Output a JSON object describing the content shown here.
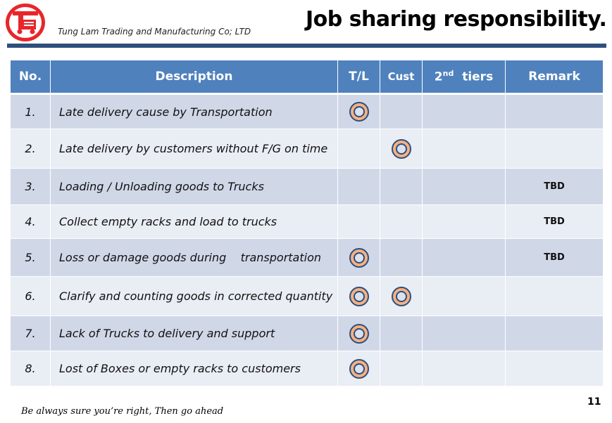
{
  "company_name": "Tung Lam Trading and Manufacturing Co; LTD",
  "title": "Job sharing responsibility.",
  "colors": {
    "header_bg": "#4f81bd",
    "row_odd": "#d0d8e8",
    "row_even": "#e9edf4",
    "rule": "#2e4f7d",
    "logo_red": "#e8262a",
    "mark_fill": "#f4b183"
  },
  "table": {
    "headers": {
      "no": "No.",
      "description": "Description",
      "tl": "T/L",
      "cust": "Cust",
      "tiers_num": "2",
      "tiers_sup": "nd",
      "tiers_word": "tiers",
      "remark": "Remark"
    },
    "mark_icon": "circle-mark-icon",
    "rows": [
      {
        "no": "1.",
        "description": "Late delivery cause by Transportation",
        "tl": true,
        "cust": false,
        "tiers": false,
        "remark": ""
      },
      {
        "no": "2.",
        "description": "Late delivery by customers without F/G on time",
        "tl": false,
        "cust": true,
        "tiers": false,
        "remark": ""
      },
      {
        "no": "3.",
        "description": "Loading / Unloading goods to Trucks",
        "tl": false,
        "cust": false,
        "tiers": false,
        "remark": "TBD"
      },
      {
        "no": "4.",
        "description": "Collect empty racks and load to trucks",
        "tl": false,
        "cust": false,
        "tiers": false,
        "remark": "TBD"
      },
      {
        "no": "5.",
        "description": "Loss or damage goods during    transportation",
        "tl": true,
        "cust": false,
        "tiers": false,
        "remark": "TBD"
      },
      {
        "no": "6.",
        "description": "Clarify and counting goods in corrected quantity",
        "tl": true,
        "cust": true,
        "tiers": false,
        "remark": ""
      },
      {
        "no": "7.",
        "description": "Lack of Trucks to delivery and support",
        "tl": true,
        "cust": false,
        "tiers": false,
        "remark": ""
      },
      {
        "no": "8.",
        "description": "Lost of Boxes or empty racks to customers",
        "tl": true,
        "cust": false,
        "tiers": false,
        "remark": ""
      }
    ]
  },
  "footer": {
    "motto": "Be always sure you’re right, Then go ahead",
    "page_number": "11"
  }
}
